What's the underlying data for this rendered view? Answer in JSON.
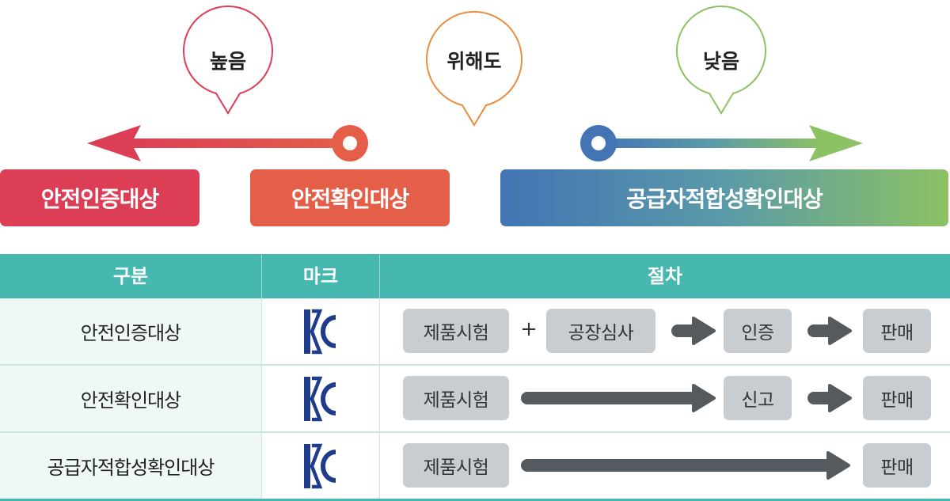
{
  "hazard": {
    "high_label": "높음",
    "center_label": "위해도",
    "low_label": "낮음",
    "colors": {
      "high": "#dc3e56",
      "center": "#e88d3f",
      "low": "#8cc263"
    }
  },
  "categories": {
    "cert": "안전인증대상",
    "confirm": "안전확인대상",
    "supplier": "공급자적합성확인대상"
  },
  "table": {
    "headers": {
      "category": "구분",
      "mark": "마크",
      "procedure": "절차"
    },
    "rows": [
      {
        "name": "안전인증대상",
        "mark_icon": "kc-mark-icon",
        "steps": [
          "제품시험",
          "+",
          "공장심사",
          "인증",
          "판매"
        ]
      },
      {
        "name": "안전확인대상",
        "mark_icon": "kc-mark-icon",
        "steps": [
          "제품시험",
          "신고",
          "판매"
        ]
      },
      {
        "name": "공급자적합성확인대상",
        "mark_icon": "kc-mark-icon",
        "steps": [
          "제품시험",
          "판매"
        ]
      }
    ]
  }
}
